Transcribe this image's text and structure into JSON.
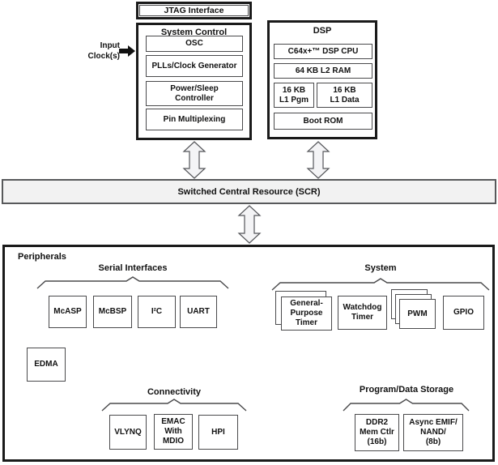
{
  "palette": {
    "border_thick": "#1a1a1a",
    "border_thin": "#4a4a4c",
    "scr_fill": "#f2f2f2",
    "arrow_fill": "#f4f4f6",
    "text": "#111111"
  },
  "top": {
    "jtag_label": "JTAG Interface",
    "input_clocks_label": [
      "Input",
      "Clock(s)"
    ],
    "system_control": {
      "title": "System Control",
      "blocks": {
        "osc": "OSC",
        "pll": "PLLs/Clock Generator",
        "power_sleep": [
          "Power/Sleep",
          "Controller"
        ],
        "pin_mux": "Pin Multiplexing"
      }
    },
    "dsp": {
      "title": "DSP",
      "blocks": {
        "cpu": "C64x+™ DSP CPU",
        "l2_ram": "64 KB L2 RAM",
        "l1_pgm": [
          "16 KB",
          "L1 Pgm"
        ],
        "l1_data": [
          "16 KB",
          "L1 Data"
        ],
        "boot_rom": "Boot ROM"
      }
    }
  },
  "scr": {
    "label": "Switched Central Resource (SCR)"
  },
  "peripherals": {
    "title": "Peripherals",
    "serial_interfaces": {
      "heading": "Serial Interfaces",
      "blocks": {
        "mcasp": "McASP",
        "mcbsp": "McBSP",
        "i2c": "I²C",
        "uart": "UART"
      }
    },
    "system": {
      "heading": "System",
      "blocks": {
        "gp_timer": [
          "General-",
          "Purpose",
          "Timer"
        ],
        "watchdog": [
          "Watchdog",
          "Timer"
        ],
        "pwm": "PWM",
        "gpio": "GPIO"
      }
    },
    "edma": "EDMA",
    "connectivity": {
      "heading": "Connectivity",
      "blocks": {
        "vlynq": "VLYNQ",
        "emac": [
          "EMAC",
          "With",
          "MDIO"
        ],
        "hpi": "HPI"
      }
    },
    "storage": {
      "heading": "Program/Data Storage",
      "blocks": {
        "ddr2": [
          "DDR2",
          "Mem Ctlr",
          "(16b)"
        ],
        "async_emif": [
          "Async EMIF/",
          "NAND/",
          "(8b)"
        ]
      }
    }
  }
}
